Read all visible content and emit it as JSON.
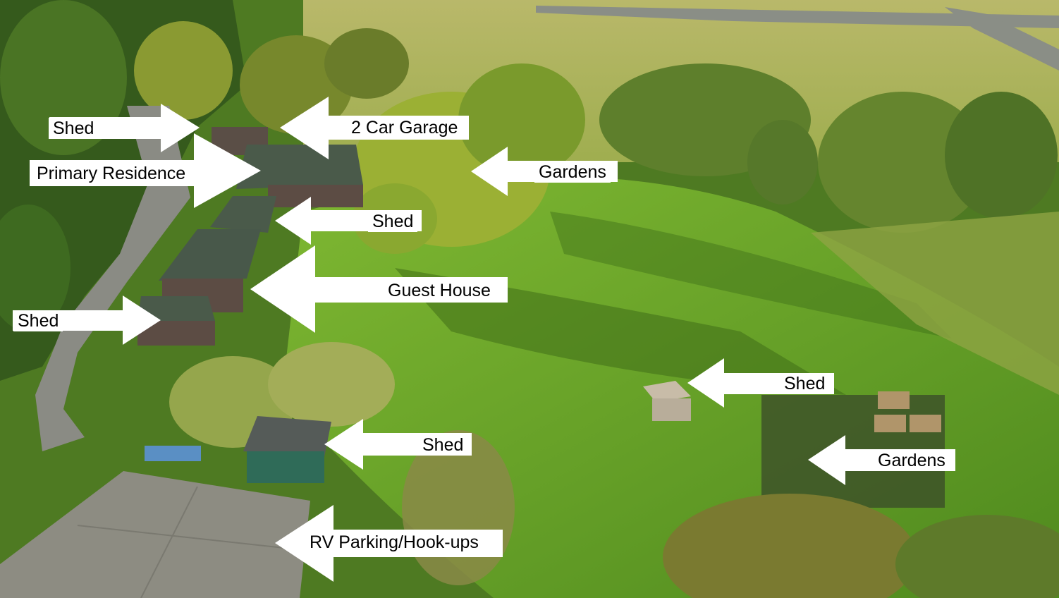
{
  "annotations": {
    "shed_top_left": "Shed",
    "garage": "2 Car Garage",
    "primary_residence": "Primary Residence",
    "gardens_top": "Gardens",
    "shed_middle": "Shed",
    "guest_house": "Guest House",
    "shed_left": "Shed",
    "shed_right": "Shed",
    "shed_bottom": "Shed",
    "gardens_bottom": "Gardens",
    "rv_parking": "RV Parking/Hook-ups"
  },
  "colors": {
    "arrow": "#ffffff",
    "label_background": "#ffffff",
    "label_text": "#000000",
    "grass": "#6fa82e",
    "field": "#a9b45a",
    "roof": "#4a5a4a"
  }
}
